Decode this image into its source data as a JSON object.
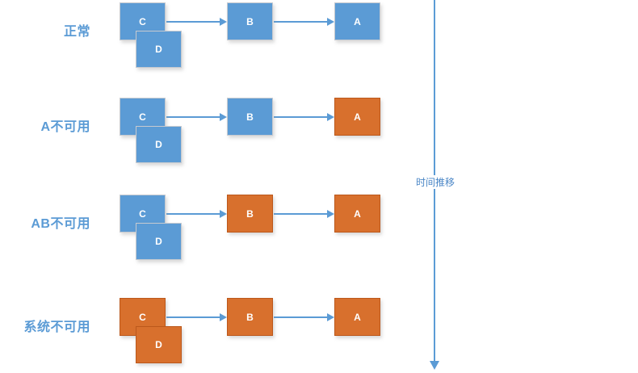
{
  "diagram": {
    "timeline": {
      "label": "时间推移"
    },
    "colors": {
      "available_fill": "#5B9BD5",
      "available_border": "#C6CAD0",
      "unavailable_fill": "#D8702D",
      "unavailable_border": "#BC581B",
      "arrow": "#5B9BD5",
      "row_label_text": "#5B9BD5",
      "box_text": "#FFFFFF",
      "timeline_text": "#4A86C6"
    },
    "edges": [
      [
        "C",
        "B"
      ],
      [
        "B",
        "A"
      ]
    ],
    "rows": [
      {
        "label": "正常",
        "nodes": [
          {
            "id": "C",
            "status": "available"
          },
          {
            "id": "D",
            "status": "available"
          },
          {
            "id": "B",
            "status": "available"
          },
          {
            "id": "A",
            "status": "available"
          }
        ]
      },
      {
        "label": "A不可用",
        "nodes": [
          {
            "id": "C",
            "status": "available"
          },
          {
            "id": "D",
            "status": "available"
          },
          {
            "id": "B",
            "status": "available"
          },
          {
            "id": "A",
            "status": "unavailable"
          }
        ]
      },
      {
        "label": "AB不可用",
        "nodes": [
          {
            "id": "C",
            "status": "available"
          },
          {
            "id": "D",
            "status": "available"
          },
          {
            "id": "B",
            "status": "unavailable"
          },
          {
            "id": "A",
            "status": "unavailable"
          }
        ]
      },
      {
        "label": "系统不可用",
        "nodes": [
          {
            "id": "C",
            "status": "unavailable"
          },
          {
            "id": "D",
            "status": "unavailable"
          },
          {
            "id": "B",
            "status": "unavailable"
          },
          {
            "id": "A",
            "status": "unavailable"
          }
        ]
      }
    ]
  }
}
